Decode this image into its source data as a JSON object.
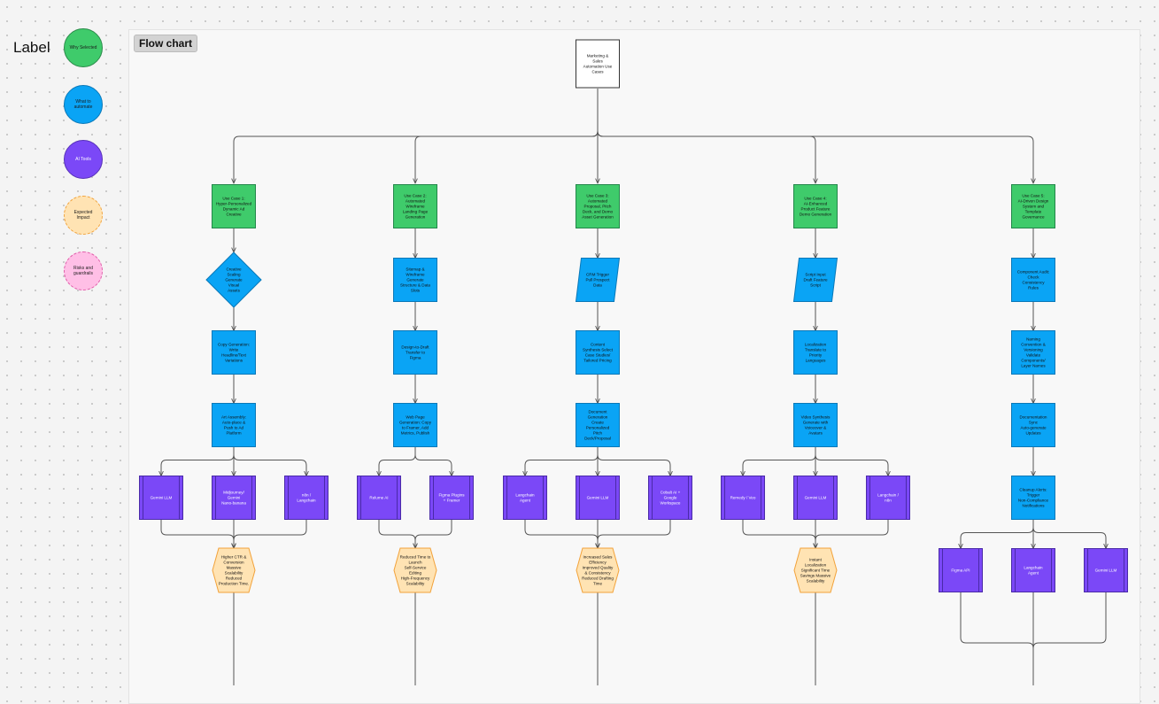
{
  "legend": {
    "title": "Label",
    "items": [
      {
        "label": "Why Selected",
        "color": "#3fcb6b",
        "border": "#2a8a49",
        "dashed": false
      },
      {
        "label": "What to automate",
        "color": "#0aa4f5",
        "border": "#0a78b8",
        "dashed": false
      },
      {
        "label": "AI Tools",
        "color": "#7b48f7",
        "border": "#5631b8",
        "dashed": false
      },
      {
        "label": "Expected Impact",
        "color": "#ffe3b3",
        "border": "#f2a23a",
        "dashed": true
      },
      {
        "label": "Risks and guardrails",
        "color": "#ffbfe6",
        "border": "#e05aa8",
        "dashed": true
      }
    ]
  },
  "frame": {
    "label": "Flow chart"
  },
  "root": {
    "label": "Marketing & Sales Automation Use Cases"
  },
  "colors": {
    "green": "#3fcb6b",
    "green_border": "#23874a",
    "blue": "#0aa4f5",
    "blue_border": "#0a78b8",
    "purple": "#7b48f7",
    "purple_border": "#4a2aa8",
    "orange": "#ffe3b3",
    "orange_border": "#f2a23a",
    "connector": "#555555"
  },
  "columns": [
    {
      "usecase": "Use Case 1: Hyper-Personalized Dynamic Ad Creative",
      "diamond": "Creative Scaling Generate Visual Assets",
      "steps": [
        "Copy Generation: Write Headline/Text Variations",
        "Art Assembly: Auto-place & Push to Ad Platform"
      ],
      "tools": [
        "Gemini LLM",
        "Midjourney/ Gemini Nano-banana",
        "n8n / Langchain"
      ],
      "impact": "Higher CTR & Conversion Massive Scalability Reduced Production Time."
    },
    {
      "usecase": "Use Case 2: Automated Wireframe Landing Page Generation",
      "steps": [
        "Sitemap & Wireframe Generate Structure & Data Slots",
        "Design-to-Draft Transfer to Figma",
        "Web Page Generation: Copy to Framer, Add Metrics, Publish"
      ],
      "tools": [
        "Relume AI",
        "Figma Plugins + Framer"
      ],
      "impact": "Reduced Time to Launch Self-Service Editing High-Frequency Scalability"
    },
    {
      "usecase": "Use Case 3: Automated Proposal, Pitch Deck, and Demo Asset Generation",
      "parallelogram": "CRM Trigger Pull Prospect Data",
      "steps": [
        "Content Synthesis Select Case Studies/ Tailored Pricing",
        "Document Generation Create Personalized Pitch Deck/Proposal"
      ],
      "tools": [
        "Langchain Agent",
        "Gemini LLM",
        "Cobalt AI + Google Workspace"
      ],
      "impact": "Increased Sales Efficiency Improved Quality & Consistency Reduced Drafting Time"
    },
    {
      "usecase": "Use Case 4: AI-Enhanced Product Feature Demo Generation",
      "parallelogram": "Script Input Draft Feature Script",
      "steps": [
        "Localization Translate to Priority Languages",
        "Video Synthesis Generate with Voiceover & Avatars"
      ],
      "tools": [
        "Remedy / Veo",
        "Gemini LLM",
        "Langchain / n8n"
      ],
      "impact": "Instant Localization Significant Time Savings Massive Scalability"
    },
    {
      "usecase": "Use Case 5: AI-Driven Design System and Template Governance",
      "steps": [
        "Component Audit: Check Consistency Rules",
        "Naming Convention & Versioning Validate Components/ Layer Names",
        "Documentation Sync Auto-generate Updates",
        "Cleanup Alerts: Trigger Non-Compliance Notifications"
      ],
      "tools": [
        "Figma API",
        "Langchain Agent",
        "Gemini LLM"
      ]
    }
  ]
}
